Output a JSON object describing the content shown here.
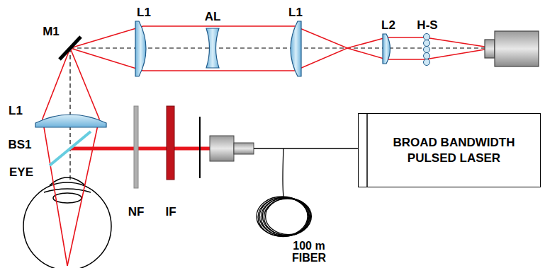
{
  "diagram": {
    "nodes": [
      {
        "text": [
          "BROAD BANDWIDTH PULSED LASER"
        ]
      }
    ],
    "labels": [
      "M1",
      "L1",
      "AL",
      "L1",
      "L2",
      "H-S",
      "L1",
      "BS1",
      "EYE",
      "NF",
      "IF",
      "100 m FIBER"
    ]
  }
}
